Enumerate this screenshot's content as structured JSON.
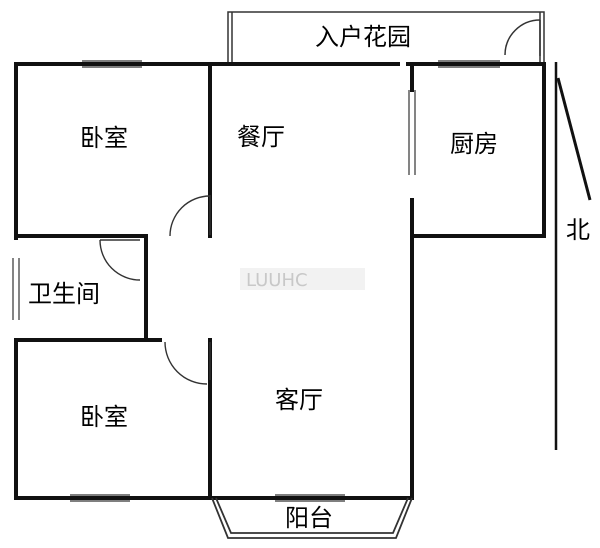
{
  "rooms": {
    "garden": "入户花园",
    "bedroom_top": "卧室",
    "dining": "餐厅",
    "kitchen": "厨房",
    "bathroom": "卫生间",
    "bedroom_bottom": "卧室",
    "living": "客厅",
    "balcony": "阳台"
  },
  "compass": {
    "north": "北"
  },
  "watermark": "LUUHC"
}
